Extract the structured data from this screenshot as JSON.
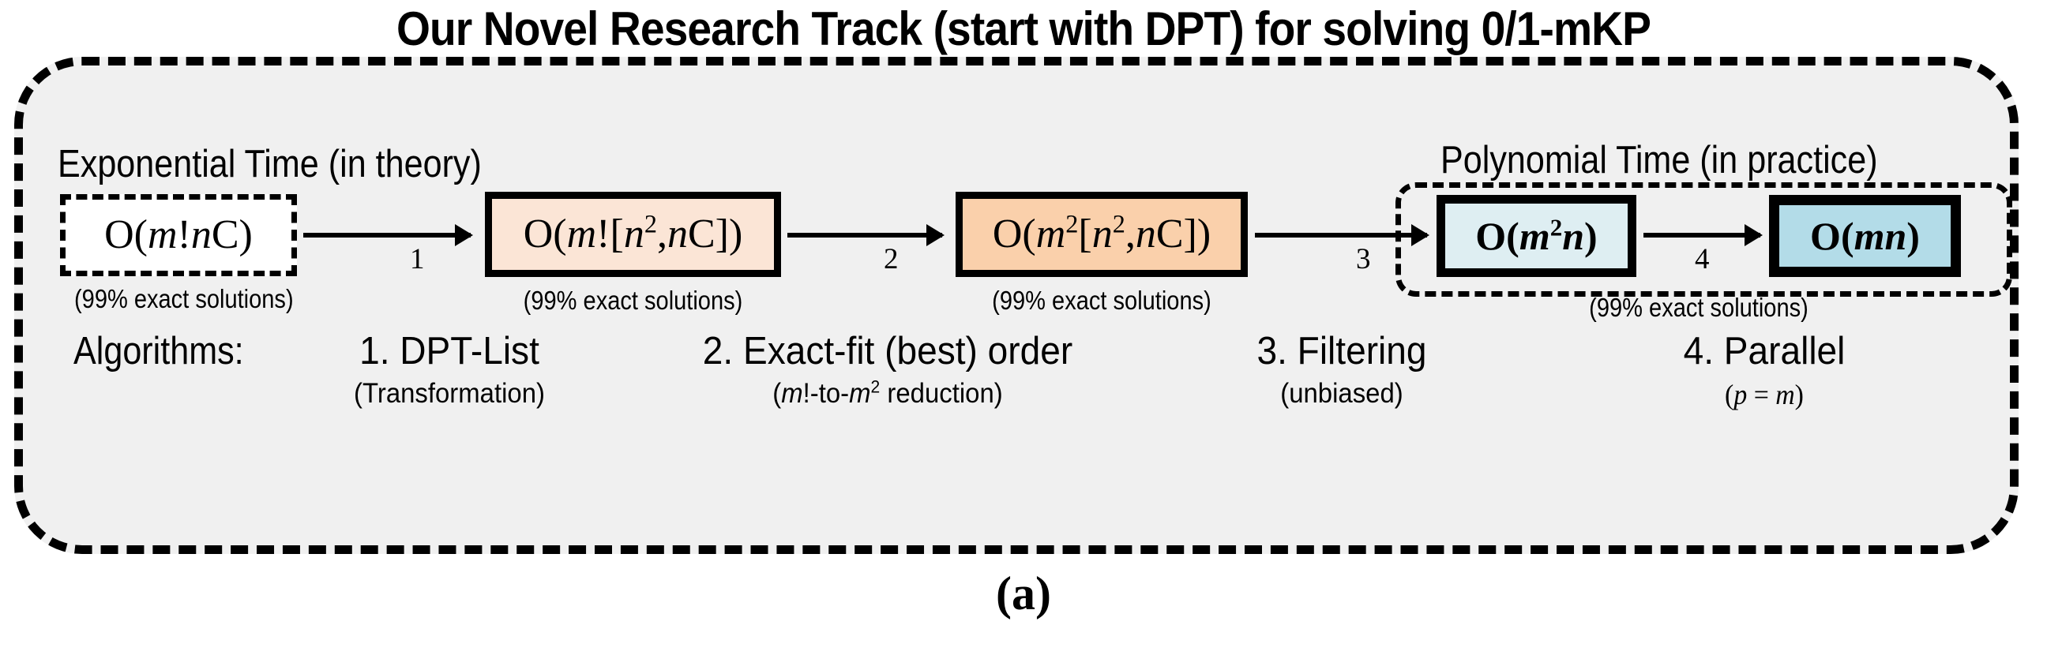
{
  "figure": {
    "title": "Our Novel Research Track (start with DPT) for solving 0/1-mKP",
    "subfigure_label": "(a)"
  },
  "regions": {
    "left_label": "Exponential Time (in theory)",
    "right_label": "Polynomial Time (in practice)"
  },
  "boxes": [
    {
      "id": "box-1",
      "complexity_plain": "O(m!nC)",
      "fill_color": "#ffffff",
      "border_style": "dashed",
      "caption": "(99% exact solutions)"
    },
    {
      "id": "box-2",
      "complexity_plain": "O(m![n2,nC])",
      "fill_color": "#fbe5d6",
      "border_style": "solid",
      "caption": "(99% exact solutions)"
    },
    {
      "id": "box-3",
      "complexity_plain": "O(m2[n2,nC])",
      "fill_color": "#fad0ab",
      "border_style": "solid",
      "caption": "(99% exact solutions)"
    },
    {
      "id": "box-4",
      "complexity_plain": "O(m2n)",
      "fill_color": "#deeef2",
      "border_style": "solid"
    },
    {
      "id": "box-5",
      "complexity_plain": "O(mn)",
      "fill_color": "#b3dce8",
      "border_style": "solid"
    }
  ],
  "group_caption": "(99% exact solutions)",
  "arrows": [
    {
      "number": "1"
    },
    {
      "number": "2"
    },
    {
      "number": "3"
    },
    {
      "number": "4"
    }
  ],
  "algorithms": {
    "heading": "Algorithms:",
    "items": [
      {
        "title": "1. DPT-List",
        "subtitle_plain": "(Transformation)"
      },
      {
        "title": "2. Exact-fit (best) order",
        "subtitle_plain": "(m!-to-m2 reduction)"
      },
      {
        "title": "3. Filtering",
        "subtitle_plain": "(unbiased)"
      },
      {
        "title": "4. Parallel",
        "subtitle_plain": "(p = m)"
      }
    ]
  },
  "colors": {
    "panel_background": "#f0f0f0",
    "page_background": "#ffffff",
    "stroke": "#000000"
  }
}
